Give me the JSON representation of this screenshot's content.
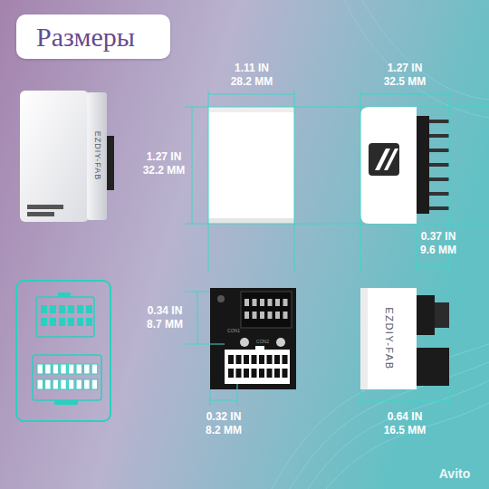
{
  "diagram": {
    "title": "Размеры",
    "labels": [
      "1.11 IN",
      "28.2 MM",
      "1.27 IN",
      "32.5 MM",
      "EZDIY-FAB",
      "1.27 IN",
      "32.2 MM",
      "0.37 IN",
      "9.6 MM",
      "CON1",
      "0.34 IN",
      "8.7 MM",
      "CON2",
      "EZDIY-FAB",
      "0.32 IN",
      "8.2 MM",
      "0.64 IN",
      "16.5 MM",
      "Avito"
    ]
  }
}
